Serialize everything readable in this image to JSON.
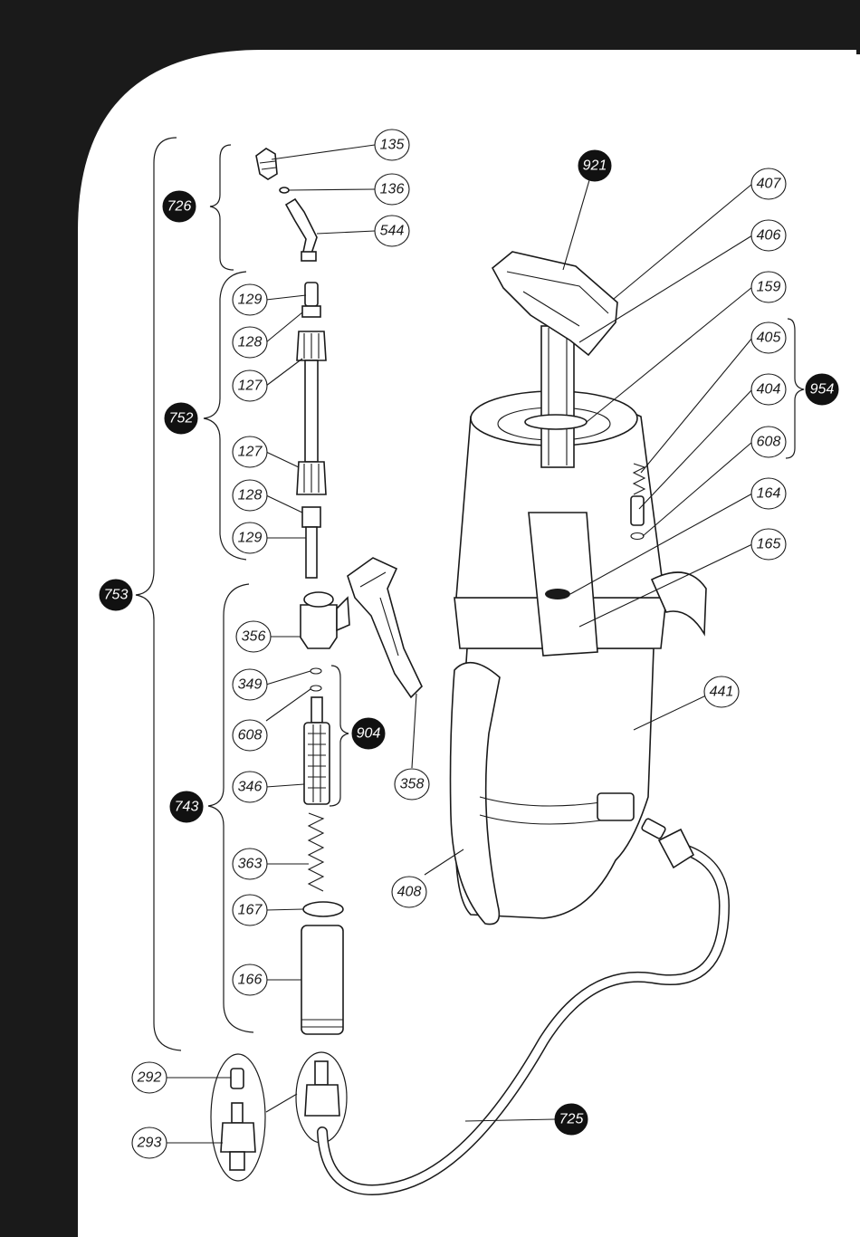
{
  "parts": {
    "p135": "135",
    "p136": "136",
    "p544": "544",
    "p129a": "129",
    "p128a": "128",
    "p127a": "127",
    "p127b": "127",
    "p128b": "128",
    "p129b": "129",
    "p356": "356",
    "p349": "349",
    "p608a": "608",
    "p346": "346",
    "p363": "363",
    "p167": "167",
    "p166": "166",
    "p292": "292",
    "p293": "293",
    "p358": "358",
    "p407": "407",
    "p406": "406",
    "p159": "159",
    "p405": "405",
    "p404": "404",
    "p608b": "608",
    "p164": "164",
    "p165": "165",
    "p441": "441",
    "p408": "408"
  },
  "assemblies": {
    "a726": "726",
    "a752": "752",
    "a753": "753",
    "a743": "743",
    "a904": "904",
    "a921": "921",
    "a954": "954",
    "a725": "725"
  },
  "colors": {
    "frame": "#1a1a1a",
    "sheet": "#ffffff",
    "ink": "#1a1a1a"
  }
}
